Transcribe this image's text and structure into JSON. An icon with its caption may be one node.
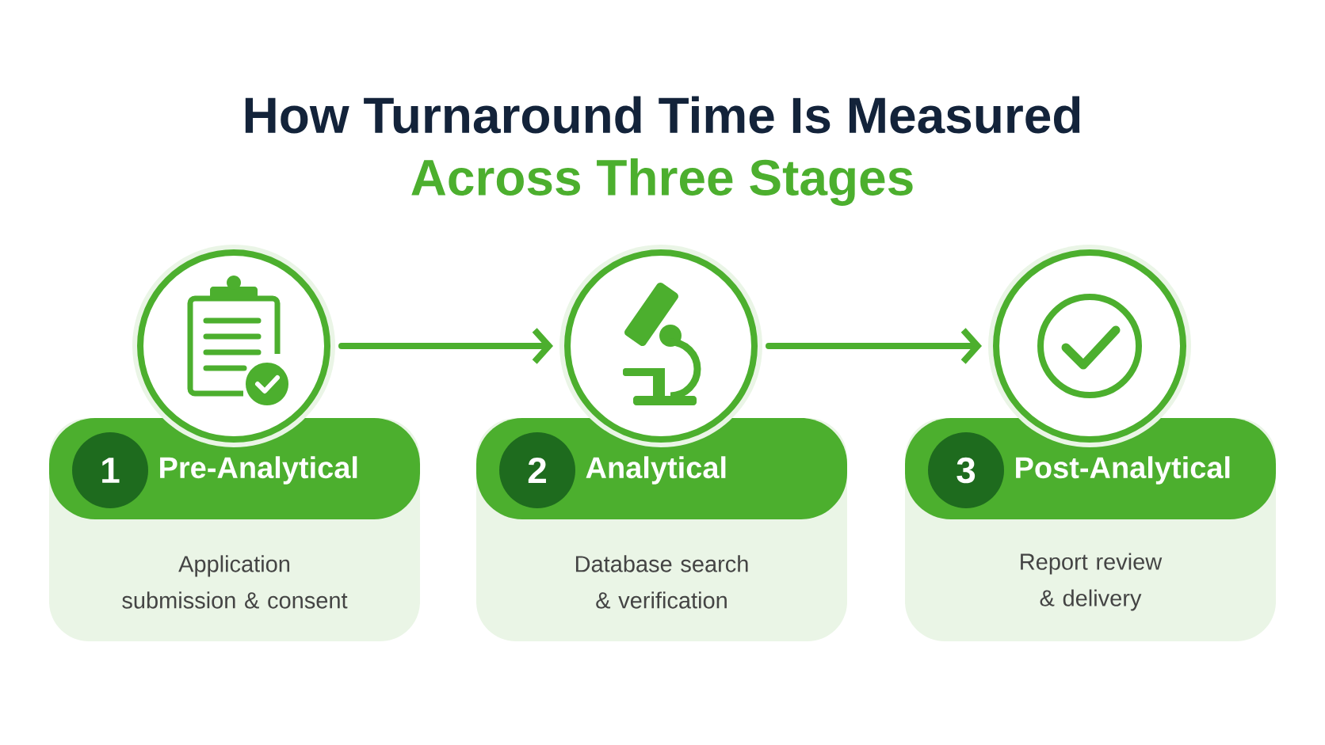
{
  "diagram": {
    "title": "How Turnaround Time Is Measured",
    "nodes": [
      {
        "text": [],
        "shape": "circle"
      },
      {
        "text": [],
        "shape": "circle"
      },
      {
        "text": [],
        "shape": "circle"
      },
      {
        "text": [
          "1",
          "Pre-Analytical",
          "Application submission & consent"
        ]
      },
      {
        "text": [
          "2",
          "Analytical",
          "Database search & verification"
        ]
      },
      {
        "text": [
          "3",
          "Post-Analytical",
          "Report review & delivery"
        ]
      }
    ],
    "edges": [
      {
        "from": 0,
        "to": 1,
        "arrow": "to"
      },
      {
        "from": 1,
        "to": 2,
        "arrow": "to"
      }
    ],
    "labels": [
      "Across Three Stages"
    ]
  }
}
